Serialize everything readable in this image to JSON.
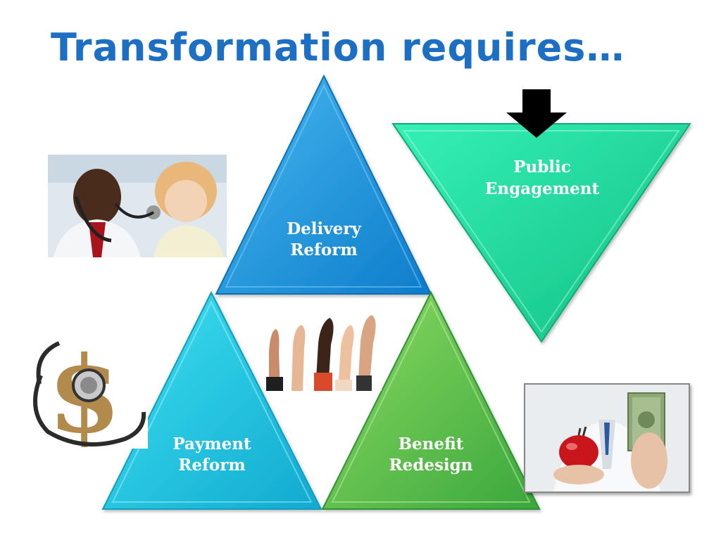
{
  "slide": {
    "title": "Transformation requires…"
  },
  "diagram": {
    "delivery": {
      "line1": "Delivery",
      "line2": "Reform",
      "color": "#1e9fe0"
    },
    "payment": {
      "line1": "Payment",
      "line2": "Reform",
      "color": "#22c8e0"
    },
    "benefit": {
      "line1": "Benefit",
      "line2": "Redesign",
      "color": "#63c64a"
    },
    "public": {
      "line1": "Public",
      "line2": "Engagement",
      "color": "#27dca6"
    }
  },
  "icons": {
    "arrow": "down-arrow-icon",
    "dollar_stethoscope": "dollar-stethoscope-icon"
  }
}
